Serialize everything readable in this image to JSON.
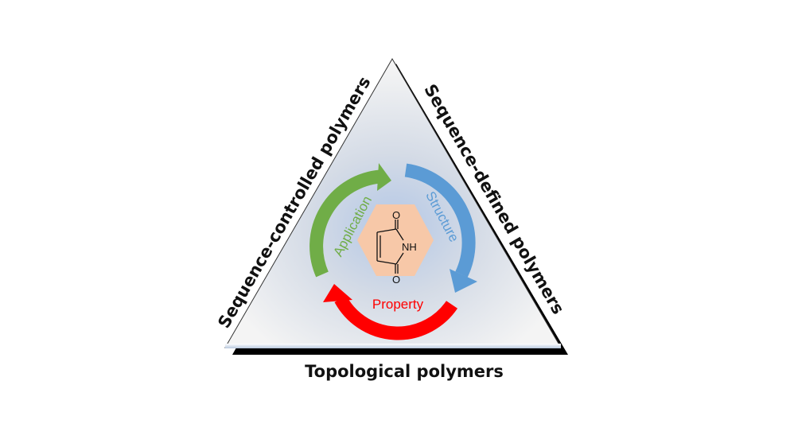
{
  "edges": {
    "left": "Sequence-controlled polymers",
    "right": "Sequence-defined polymers",
    "bottom": "Topological polymers"
  },
  "cycle": {
    "application": "Application",
    "structure": "Structure",
    "property": "Property"
  },
  "molecule": {
    "oxygen_top": "O",
    "oxygen_bottom": "O",
    "nh": "NH"
  },
  "colors": {
    "application": "#70ad47",
    "structure": "#5b9bd5",
    "property": "#ff0000",
    "hexagon": "#f7c8a8"
  }
}
